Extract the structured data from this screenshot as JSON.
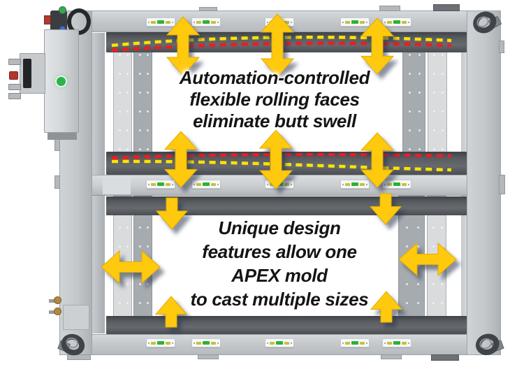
{
  "annotations": {
    "top_note": {
      "lines": [
        "Automation-controlled",
        "flexible rolling faces",
        "eliminate butt swell"
      ]
    },
    "bottom_note": {
      "lines": [
        "Unique design",
        "features allow one",
        "APEX mold",
        "to cast multiple sizes"
      ]
    }
  },
  "colors": {
    "arrow_yellow": "#ffc90e",
    "dash_yellow": "#ffe300",
    "dash_red": "#ec1c24",
    "led_green": "#2db34a",
    "indicator_green": "#2eb135",
    "indicator_yellow": "#c6c138",
    "indicator_dot": "#8a8e92",
    "frame_gray": "#c5c9cc",
    "beam_gray": "#5a5e62"
  },
  "icons": {
    "vertical_double_arrow": "double-headed-vertical-arrow",
    "horizontal_double_arrow": "double-headed-horizontal-arrow",
    "down_arrow": "down-arrow",
    "up_arrow": "up-arrow",
    "corner_hardware": "eye-bolt",
    "cabinet_light": "green-led"
  },
  "indicator_strip": {
    "pattern": [
      "dot",
      "yellow",
      "green",
      "yellow",
      "dot"
    ]
  }
}
